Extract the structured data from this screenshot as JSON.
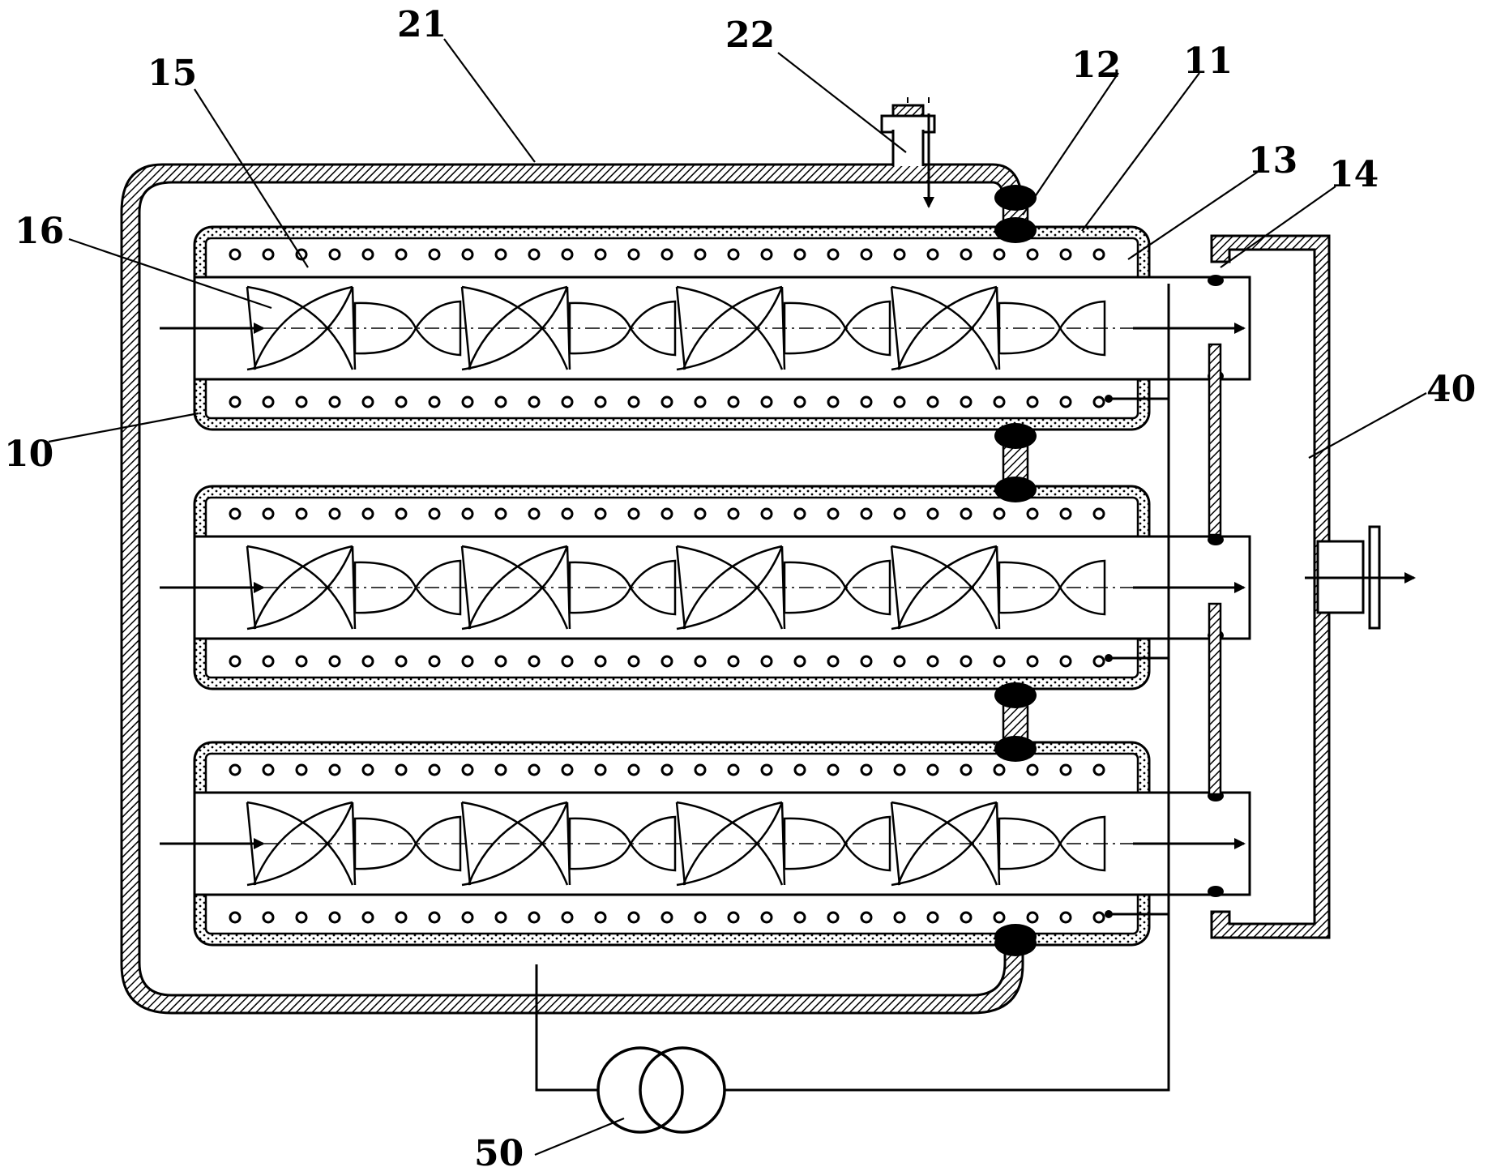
{
  "diagram": {
    "labels": {
      "l10": "10",
      "l11": "11",
      "l12": "12",
      "l13": "13",
      "l14": "14",
      "l15": "15",
      "l16": "16",
      "l21": "21",
      "l22": "22",
      "l40": "40",
      "l50": "50"
    },
    "tube_count": 3,
    "mixer_element_pairs_per_tube": 4,
    "heating_coil_turns_per_row": 27,
    "colors": {
      "ink": "#000000",
      "paper": "#ffffff"
    },
    "symbols": {
      "power_source": "ac-transformer-symbol",
      "flow_arrow": "arrow-icon"
    }
  }
}
